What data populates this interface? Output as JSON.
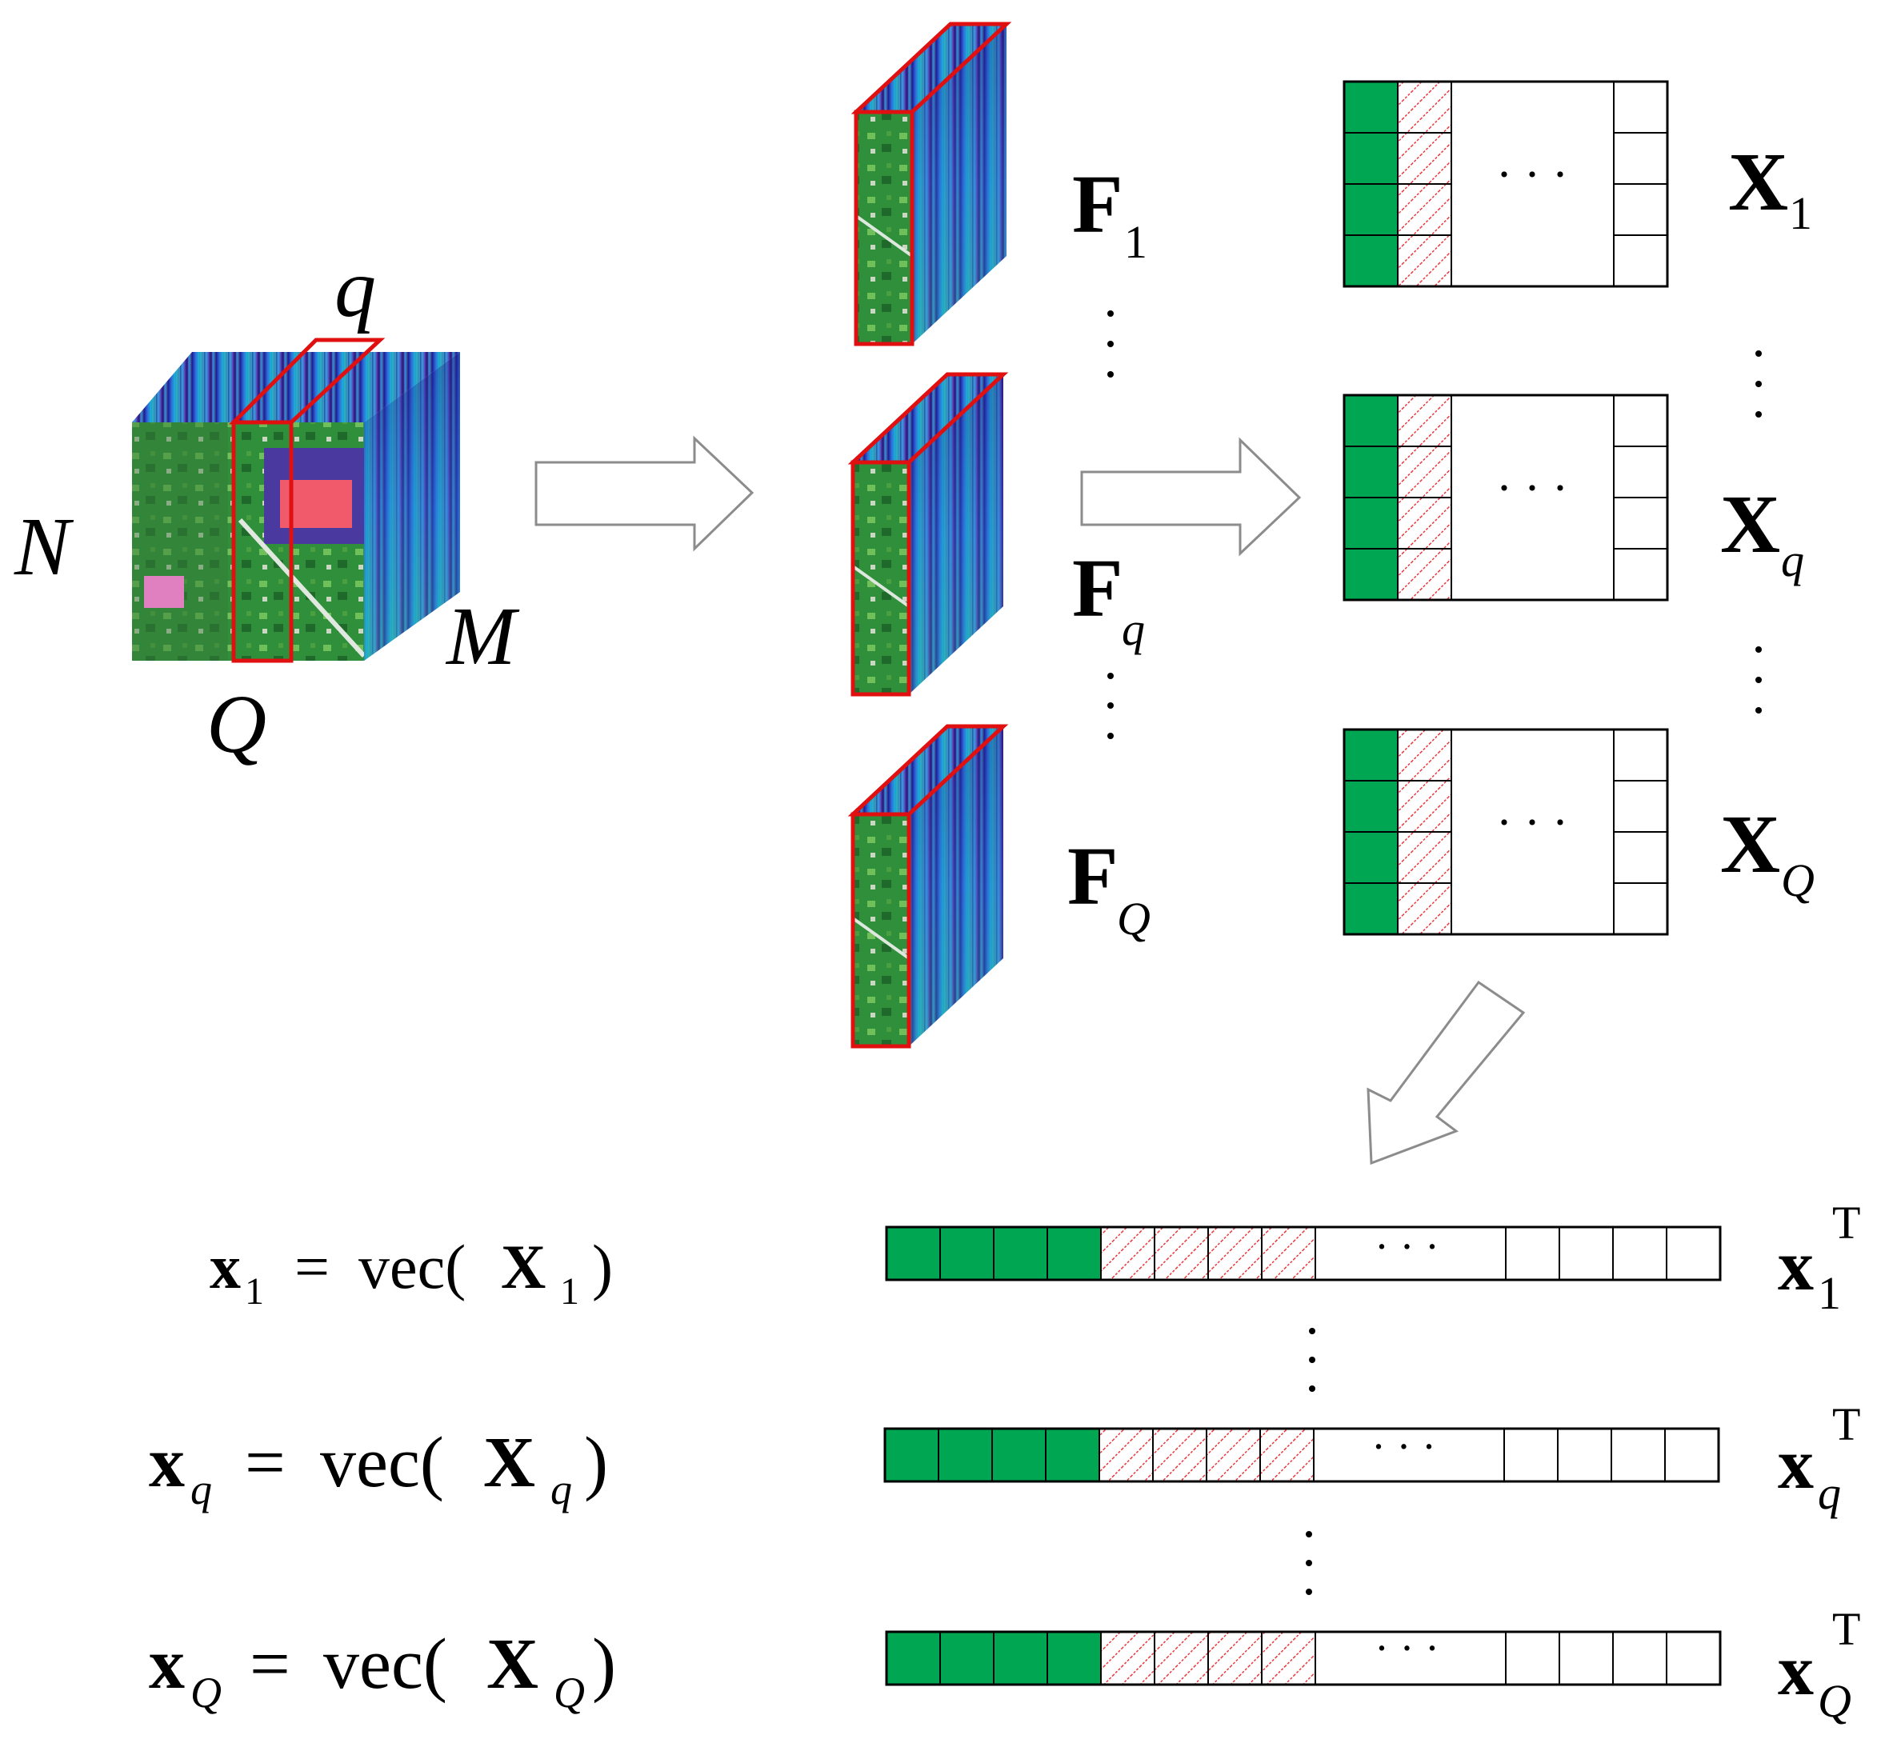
{
  "cube": {
    "label_rows": "N",
    "label_bands": "M",
    "label_cols": "Q",
    "label_slice": "q"
  },
  "slices": [
    {
      "base": "F",
      "sub": "1"
    },
    {
      "base": "F",
      "sub": "q"
    },
    {
      "base": "F",
      "sub": "Q"
    }
  ],
  "matrices": [
    {
      "base": "X",
      "sub": "1",
      "ellipsis": "· · ·"
    },
    {
      "base": "X",
      "sub": "q",
      "ellipsis": "· · ·"
    },
    {
      "base": "X",
      "sub": "Q",
      "ellipsis": "· · ·"
    }
  ],
  "equations": [
    {
      "lhs_base": "x",
      "lhs_sub": "1",
      "op": "=",
      "fn": "vec(",
      "arg_base": "X",
      "arg_sub": "1",
      "close": ")"
    },
    {
      "lhs_base": "x",
      "lhs_sub": "q",
      "op": "=",
      "fn": "vec(",
      "arg_base": "X",
      "arg_sub": "q",
      "close": ")"
    },
    {
      "lhs_base": "x",
      "lhs_sub": "Q",
      "op": "=",
      "fn": "vec(",
      "arg_base": "X",
      "arg_sub": "Q",
      "close": ")"
    }
  ],
  "vectors": [
    {
      "base": "x",
      "sub": "1",
      "sup": "T",
      "ellipsis": "· · ·"
    },
    {
      "base": "x",
      "sub": "q",
      "sup": "T",
      "ellipsis": "· · ·"
    },
    {
      "base": "x",
      "sub": "Q",
      "sup": "T",
      "ellipsis": "· · ·"
    }
  ],
  "colors": {
    "green": "#00a651",
    "red_outline": "#e01010",
    "hatch": "#e8383c",
    "arrow_stroke": "#8c8c8c",
    "line": "#000000"
  }
}
